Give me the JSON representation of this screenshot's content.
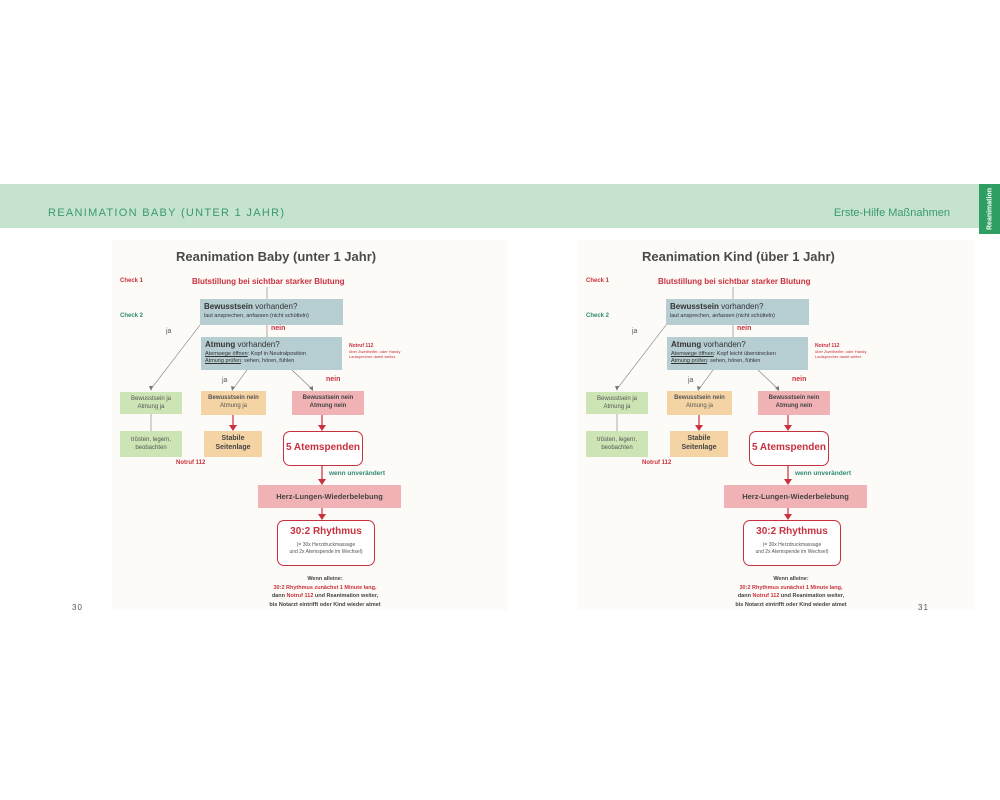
{
  "header": {
    "left_title": "REANIMATION BABY (UNTER 1 JAHR)",
    "right_title": "Erste-Hilfe Maßnahmen",
    "side_tab": "Reanimation"
  },
  "pages": [
    {
      "page_number": "30",
      "title": "Reanimation Baby (unter 1 Jahr)",
      "check1": "Check 1",
      "check1_text": "Blutstillung bei sichtbar starker Blutung",
      "check2": "Check 2",
      "consciousness_head": "Bewusstsein",
      "consciousness_rest": " vorhanden?",
      "consciousness_sub": "laut ansprechen, anfassen (nicht schütteln)",
      "ja1": "ja",
      "nein1": "nein",
      "breathing_head": "Atmung",
      "breathing_rest": " vorhanden?",
      "airway_label": "Atemwege öffnen",
      "airway_text": ": Kopf in Neutralposition",
      "check_label": "Atmung prüfen",
      "check_text": ": sehen, hören, fühlen",
      "notruf_side_title": "Notruf 112",
      "notruf_side_text": "über Zweithelfer, oder Handy Lautsprecher damit weiter.",
      "ja2": "ja",
      "nein2": "nein",
      "box_green_l1": "Bewusstsein ja",
      "box_green_l2": "Atmung ja",
      "box_orange_l1": "Bewusstsein nein",
      "box_orange_l2": "Atmung ja",
      "box_pink_l1": "Bewusstsein nein",
      "box_pink_l2": "Atmung nein",
      "green_action_l1": "trösten, legern,",
      "green_action_l2": "beobachten",
      "stable_l1": "Stabile",
      "stable_l2": "Seitenlage",
      "notruf_bottom": "Notruf 112",
      "breaths": "5 Atemspenden",
      "unchanged": "wenn unverändert",
      "cpr": "Herz-Lungen-Wiederbelebung",
      "rhythm": "30:2 Rhythmus",
      "rhythm_sub1": "(= 30x Herzdruckmassage",
      "rhythm_sub2": "und 2x Atemspende im Wechsel)",
      "alone_title": "Wenn alleine:",
      "alone_l1": "30:2 Rhythmus zunächst 1 Minute lang,",
      "alone_l2a": "dann ",
      "alone_l2b": "Notruf 112",
      "alone_l2c": " und Reanimation weiter,",
      "alone_l3": "bis Notarzt eintrifft oder Kind wieder atmet"
    },
    {
      "page_number": "31",
      "title": "Reanimation Kind (über 1 Jahr)",
      "check1": "Check 1",
      "check1_text": "Blutstillung bei sichtbar starker Blutung",
      "check2": "Check 2",
      "consciousness_head": "Bewusstsein",
      "consciousness_rest": " vorhanden?",
      "consciousness_sub": "laut ansprechen, anfassen (nicht schütteln)",
      "ja1": "ja",
      "nein1": "nein",
      "breathing_head": "Atmung",
      "breathing_rest": " vorhanden?",
      "airway_label": "Atemwege öffnen",
      "airway_text": ": Kopf leicht überstrecken",
      "check_label": "Atmung prüfen",
      "check_text": ": sehen, hören, fühlen",
      "notruf_side_title": "Notruf 112",
      "notruf_side_text": "über Zweithelfer, oder Handy Lautsprecher damit weiter.",
      "ja2": "ja",
      "nein2": "nein",
      "box_green_l1": "Bewusstsein ja",
      "box_green_l2": "Atmung ja",
      "box_orange_l1": "Bewusstsein nein",
      "box_orange_l2": "Atmung ja",
      "box_pink_l1": "Bewusstsein nein",
      "box_pink_l2": "Atmung nein",
      "green_action_l1": "trösten, legern,",
      "green_action_l2": "beobachten",
      "stable_l1": "Stabile",
      "stable_l2": "Seitenlage",
      "notruf_bottom": "Notruf 112",
      "breaths": "5 Atemspenden",
      "unchanged": "wenn unverändert",
      "cpr": "Herz-Lungen-Wiederbelebung",
      "rhythm": "30:2 Rhythmus",
      "rhythm_sub1": "(= 30x Herzdruckmassage",
      "rhythm_sub2": "und 2x Atemspende im Wechsel)",
      "alone_title": "Wenn alleine:",
      "alone_l1": "30:2 Rhythmus zunächst 1 Minute lang,",
      "alone_l2a": "dann ",
      "alone_l2b": "Notruf 112",
      "alone_l2c": " und Reanimation weiter,",
      "alone_l3": "bis Notarzt eintrifft oder Kind wieder atmet"
    }
  ]
}
